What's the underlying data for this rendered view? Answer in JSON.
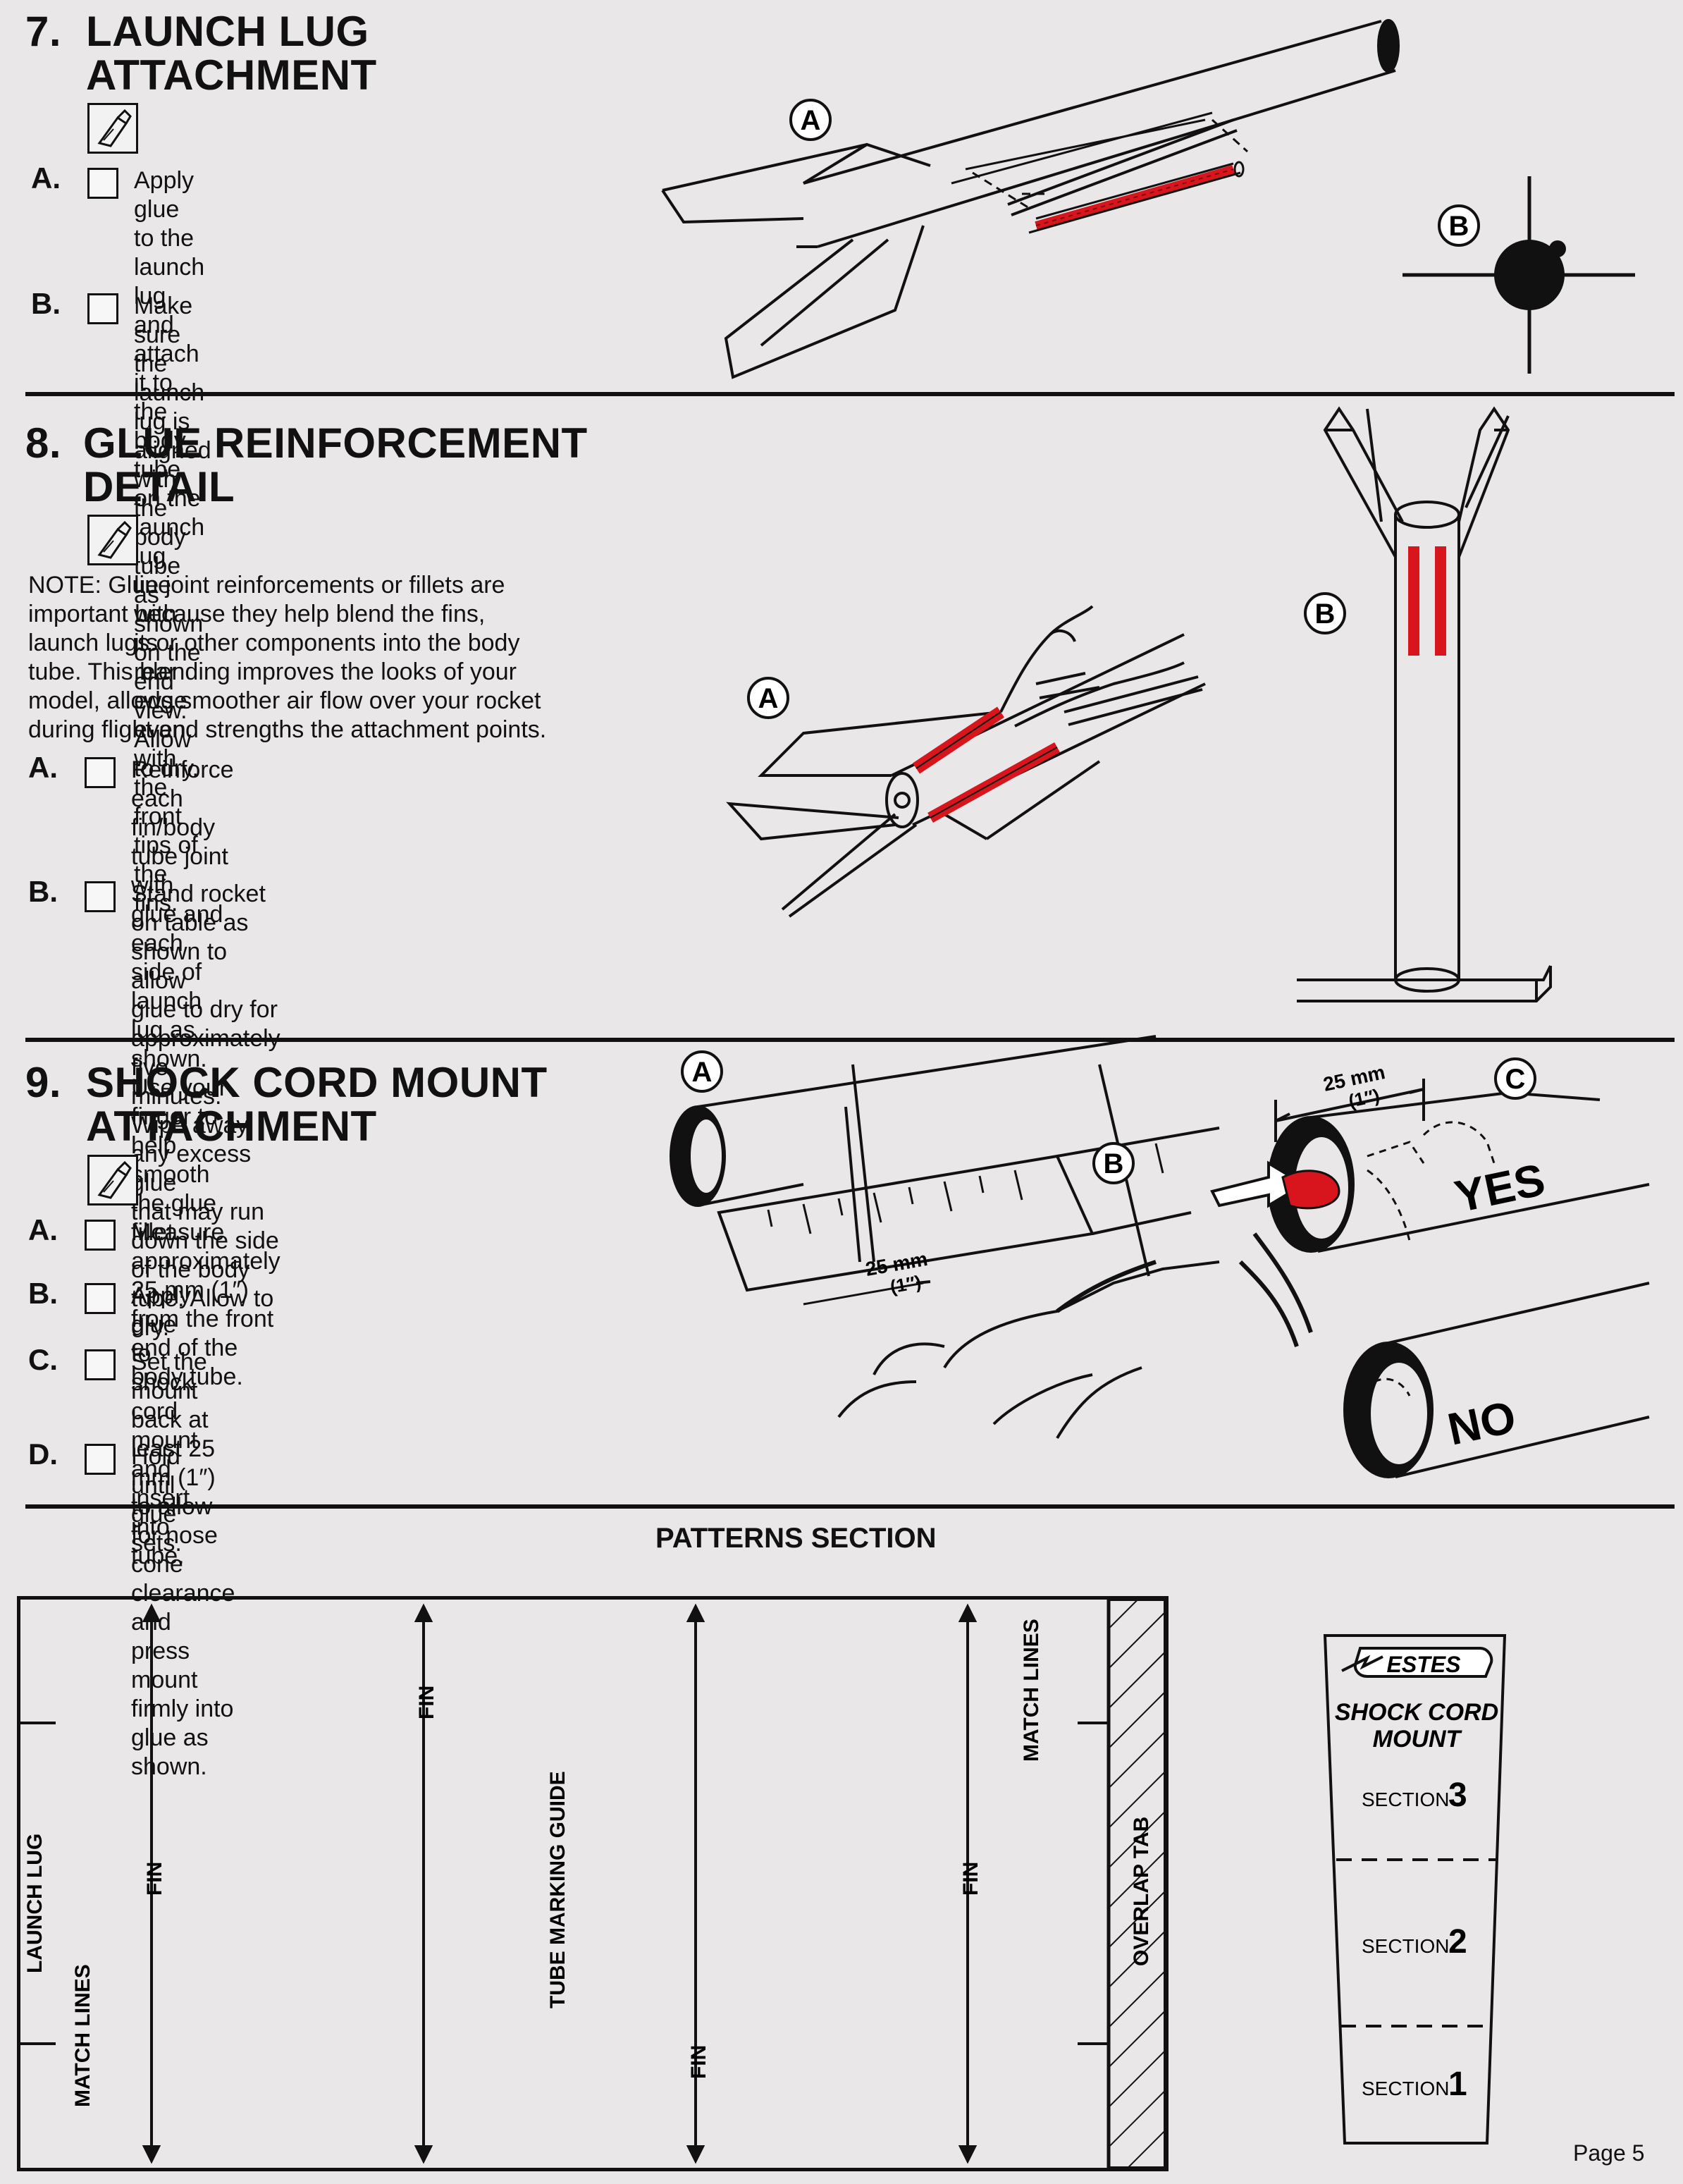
{
  "step7": {
    "number": "7.",
    "title_line1": "LAUNCH LUG",
    "title_line2": "ATTACHMENT",
    "items": [
      {
        "letter": "A.",
        "lines": [
          "Apply glue to the launch lug and attach",
          "it to the body tube on the launch lug line",
          "with its rear edge even with the front",
          "tips of the fins."
        ]
      },
      {
        "letter": "B.",
        "lines": [
          "Make sure the launch lug is aligned with",
          "the body tube as shown on the end",
          "view. Allow to dry."
        ]
      }
    ],
    "labels": {
      "a": "A",
      "b": "B"
    }
  },
  "step8": {
    "number": "8.",
    "title_line1": "GLUE REINFORCEMENT",
    "title_line2": "DETAIL",
    "note_lines": [
      "NOTE: Glue joint reinforcements or fillets are",
      "important because they help blend the fins,",
      "launch lugs or other components into the body",
      "tube. This blending improves the looks of your",
      "model, allows smoother air flow over your rocket",
      "during flight and strengths the attachment points."
    ],
    "items": [
      {
        "letter": "A.",
        "lines": [
          "Reinforce each fin/body tube joint with",
          "glue and each side of launch lug as",
          "shown. Use your finger to help smooth",
          "the glue fillet."
        ]
      },
      {
        "letter": "B.",
        "lines": [
          "Stand rocket on table as shown to allow",
          "glue to dry for approximately five",
          "minutes. Wipe away any excess glue",
          "that may run down the side of the body",
          "tube. Allow to dry."
        ]
      }
    ],
    "labels": {
      "a": "A",
      "b": "B"
    }
  },
  "step9": {
    "number": "9.",
    "title_line1": "SHOCK CORD MOUNT",
    "title_line2": "ATTACHMENT",
    "items": [
      {
        "letter": "A.",
        "lines": [
          "Measure approximately 25 mm (1″)",
          "from the front end of the body tube."
        ]
      },
      {
        "letter": "B.",
        "lines": [
          "Apply glue to shock cord mount and",
          "insert into tube."
        ]
      },
      {
        "letter": "C.",
        "lines": [
          "Set the mount back at least 25 mm (1″)",
          "to allow for nose cone clearance and",
          "press mount firmly into glue as shown."
        ]
      },
      {
        "letter": "D.",
        "lines": [
          "Hold until glue sets."
        ]
      }
    ],
    "labels": {
      "a": "A",
      "b": "B",
      "c": "C"
    },
    "measure_top": "25 mm",
    "measure_top_sub": "(1″)",
    "measure_ruler": "25 mm",
    "measure_ruler_sub": "(1″)",
    "yes": "YES",
    "no": "NO"
  },
  "patterns": {
    "heading": "PATTERNS SECTION",
    "guide": {
      "launch_lug": "LAUNCH LUG",
      "match_lines_left": "MATCH LINES",
      "fin": "FIN",
      "tube_marking_guide": "TUBE MARKING GUIDE",
      "match_lines_right": "MATCH LINES",
      "overlap_tab": "OVERLAP TAB"
    },
    "mount": {
      "brand": "ESTES",
      "title_line1": "SHOCK CORD",
      "title_line2": "MOUNT",
      "sections": [
        {
          "label": "SECTION",
          "num": "3"
        },
        {
          "label": "SECTION",
          "num": "2"
        },
        {
          "label": "SECTION",
          "num": "1"
        }
      ]
    }
  },
  "footer": {
    "page": "Page 5"
  },
  "colors": {
    "glue": "#d8141c",
    "ink": "#111111",
    "paper": "#e9e7e8"
  }
}
